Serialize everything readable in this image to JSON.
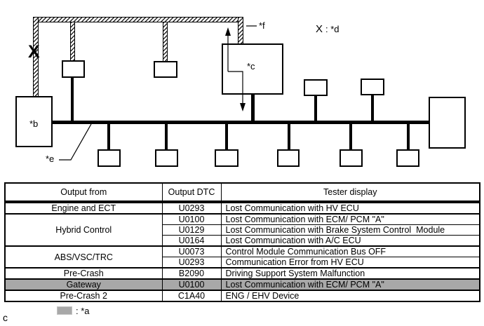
{
  "diagram": {
    "x_mark": "X",
    "x_legend": {
      "symbol": "X",
      "text": ": *d"
    },
    "label_b": "*b",
    "label_c": "*c",
    "label_e": "*e",
    "label_f": "*f"
  },
  "table": {
    "headers": [
      "Output from",
      "Output DTC",
      "Tester display"
    ],
    "rows": [
      {
        "from": "Engine and ECT",
        "dtc": "U0293",
        "display": "Lost Communication with HV ECU"
      },
      {
        "from": "Hybrid Control",
        "dtc": "U0100",
        "display": "Lost Communication with ECM/ PCM \"A\""
      },
      {
        "dtc": "U0129",
        "display": "Lost Communication with Brake System Control  Module"
      },
      {
        "dtc": "U0164",
        "display": "Lost Communication with A/C ECU"
      },
      {
        "from": "ABS/VSC/TRC",
        "dtc": "U0073",
        "display": "Control Module Communication Bus OFF"
      },
      {
        "dtc": "U0293",
        "display": "Communication Error from HV ECU"
      },
      {
        "from": "Pre-Crash",
        "dtc": "B2090",
        "display": "Driving Support System Malfunction"
      },
      {
        "from": "Gateway",
        "dtc": "U0100",
        "display": "Lost Communication with ECM/ PCM \"A\"",
        "highlighted": true
      },
      {
        "from": "Pre-Crash 2",
        "dtc": "C1A40",
        "display": "ENG / EHV Device"
      }
    ]
  },
  "legend": {
    "text": ": *a",
    "swatch_color": "#a8a8a8"
  },
  "figure_label": "c",
  "colors": {
    "line": "#000000",
    "highlight": "#a8a8a8"
  }
}
